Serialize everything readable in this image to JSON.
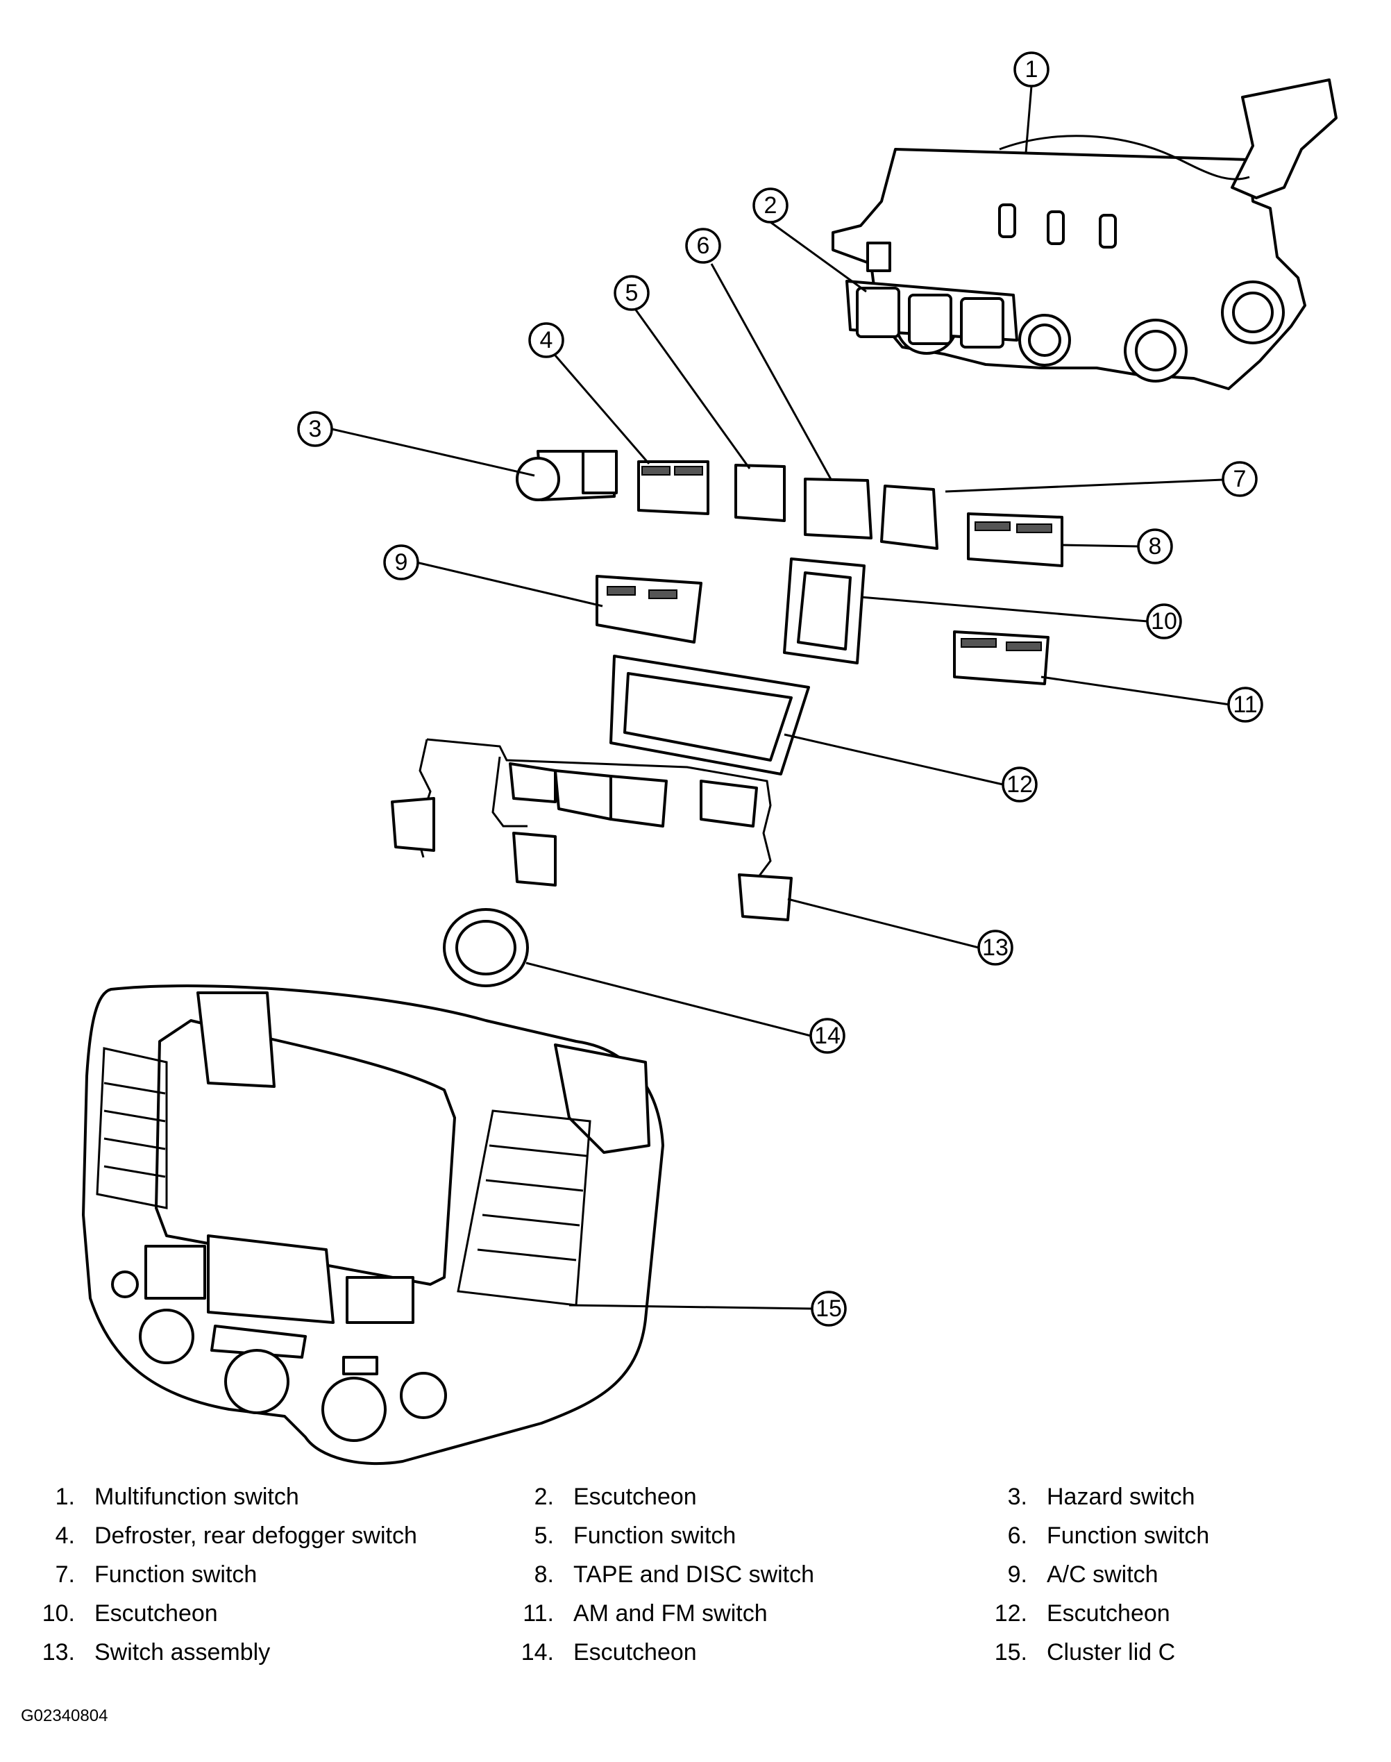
{
  "callouts": [
    "1",
    "2",
    "3",
    "4",
    "5",
    "6",
    "7",
    "8",
    "9",
    "10",
    "11",
    "12",
    "13",
    "14",
    "15"
  ],
  "legend": [
    {
      "number": "1.",
      "label": "Multifunction switch"
    },
    {
      "number": "2.",
      "label": "Escutcheon"
    },
    {
      "number": "3.",
      "label": "Hazard switch"
    },
    {
      "number": "4.",
      "label": "Defroster, rear defogger switch"
    },
    {
      "number": "5.",
      "label": "Function switch"
    },
    {
      "number": "6.",
      "label": "Function switch"
    },
    {
      "number": "7.",
      "label": "Function switch"
    },
    {
      "number": "8.",
      "label": "TAPE and DISC switch"
    },
    {
      "number": "9.",
      "label": "A/C switch"
    },
    {
      "number": "10.",
      "label": "Escutcheon"
    },
    {
      "number": "11.",
      "label": "AM and FM switch"
    },
    {
      "number": "12.",
      "label": "Escutcheon"
    },
    {
      "number": "13.",
      "label": "Switch assembly"
    },
    {
      "number": "14.",
      "label": "Escutcheon"
    },
    {
      "number": "15.",
      "label": "Cluster lid C"
    }
  ],
  "figure_id": "G02340804"
}
